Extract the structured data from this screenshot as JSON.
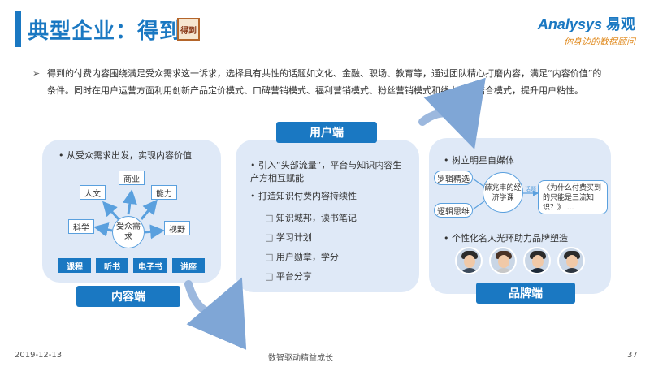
{
  "header": {
    "title": "典型企业：得到",
    "logo_text": "得到",
    "brand_en": "Analysys",
    "brand_cn": "易观",
    "brand_tagline": "你身边的数据顾问"
  },
  "intro": "得到的付费内容围绕满足受众需求这一诉求，选择具有共性的话题如文化、金融、职场、教育等，通过团队精心打磨内容，满足“内容价值”的条件。同时在用户运营方面利用创新产品定价模式、口碑营销模式、福利营销模式、粉丝营销模式和线上线下结合模式，提升用户粘性。",
  "content_panel": {
    "bullet": "从受众需求出发，实现内容价值",
    "center": "受众需求",
    "nodes": [
      "商业",
      "人文",
      "能力",
      "科学",
      "视野"
    ],
    "chips": [
      "课程",
      "听书",
      "电子书",
      "讲座"
    ],
    "tag": "内容端"
  },
  "user_panel": {
    "tag": "用户端",
    "bullet1": "引入“头部流量”，平台与知识内容生产方相互赋能",
    "bullet2": "打造知识付费内容持续性",
    "items": [
      "知识城邦，读书笔记",
      "学习计划",
      "用户勋章，学分",
      "平台分享"
    ]
  },
  "brand_panel": {
    "tag": "品牌端",
    "bullet1": "树立明星自媒体",
    "bubble_left_top": "罗辑精选",
    "bubble_left_bottom": "逻辑思维",
    "center": "薛兆丰的经济学课",
    "arrow_label": "话题",
    "quote": "《为什么付费买到的只能是三流知识？》 ...",
    "bullet2": "个性化名人光环助力品牌塑造"
  },
  "footer": {
    "date": "2019-12-13",
    "center": "数智驱动精益成长",
    "page": "37"
  },
  "colors": {
    "accent": "#1a78c2",
    "panel": "#dfe9f7",
    "orange": "#e08a1e"
  }
}
